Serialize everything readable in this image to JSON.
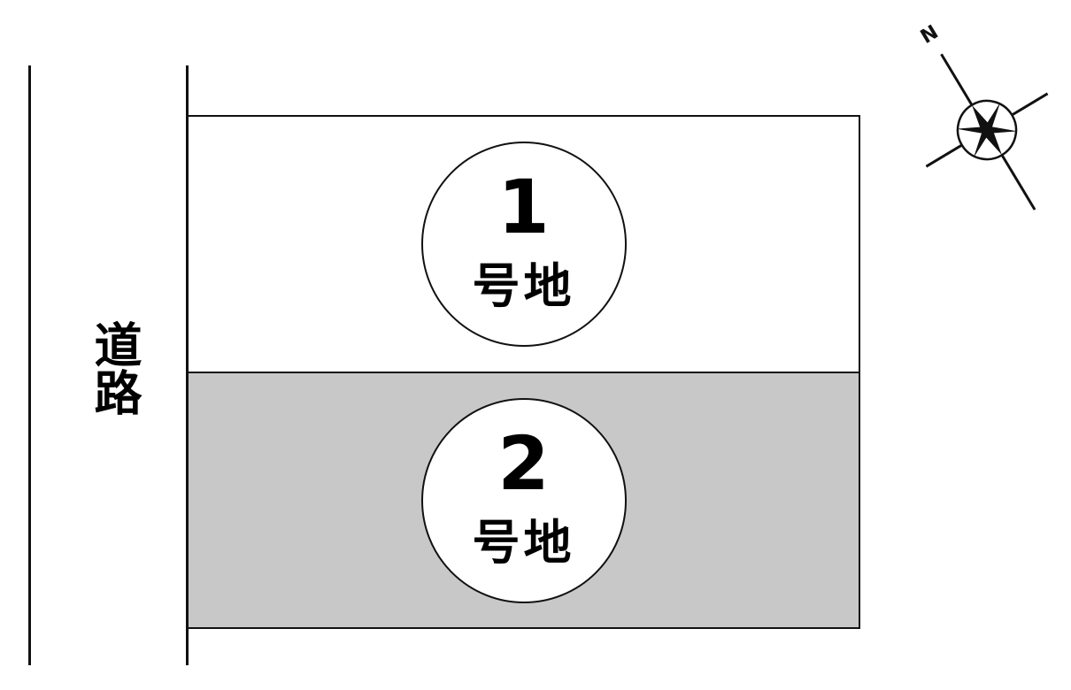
{
  "plan": {
    "road_label": "道路",
    "lots": [
      {
        "number": "1",
        "label": "号地",
        "fill": "#ffffff"
      },
      {
        "number": "2",
        "label": "号地",
        "fill": "#c8c8c8"
      }
    ],
    "line_color": "#111111"
  },
  "compass": {
    "north_label": "N",
    "rotation_deg": -31
  }
}
